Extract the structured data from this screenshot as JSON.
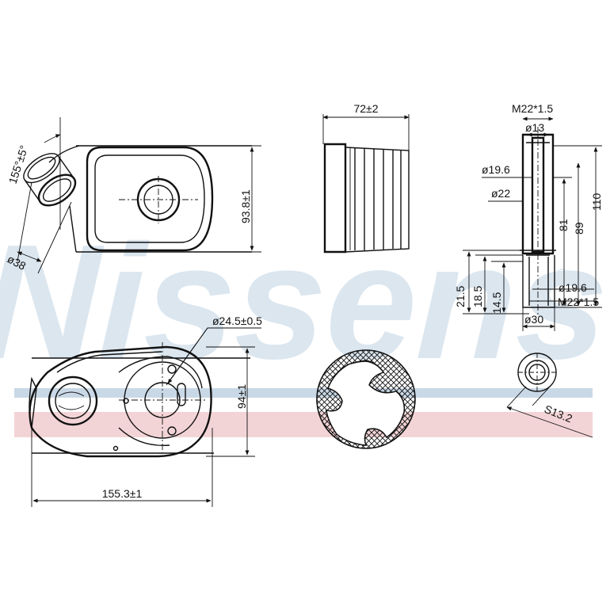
{
  "watermark": {
    "brand": "Nissens",
    "registered": "®",
    "color_fill": "#dbe6ef",
    "color_band_blue": "#c9d8e6",
    "color_band_red": "#f3d4d6"
  },
  "dimensions": {
    "angle": "155°±5°",
    "diameter_38": "ø38",
    "height_93_8": "93.8±1",
    "width_72": "72±2",
    "thread_top": "M22*1.5",
    "dia_13": "ø13",
    "dia_19_6_top": "ø19.6",
    "dia_22": "ø22",
    "len_110": "110",
    "len_89": "89",
    "len_81": "81",
    "len_21_5": "21.5",
    "len_18_5": "18.5",
    "len_14_5": "14.5",
    "dia_19_6_bottom": "ø19.6",
    "thread_bottom": "M22*1.5",
    "dia_30": "ø30",
    "dia_24_5": "ø24.5±0.5",
    "height_94": "94±1",
    "width_155_3": "155.3±1",
    "hex_s13_2": "S13.2"
  }
}
